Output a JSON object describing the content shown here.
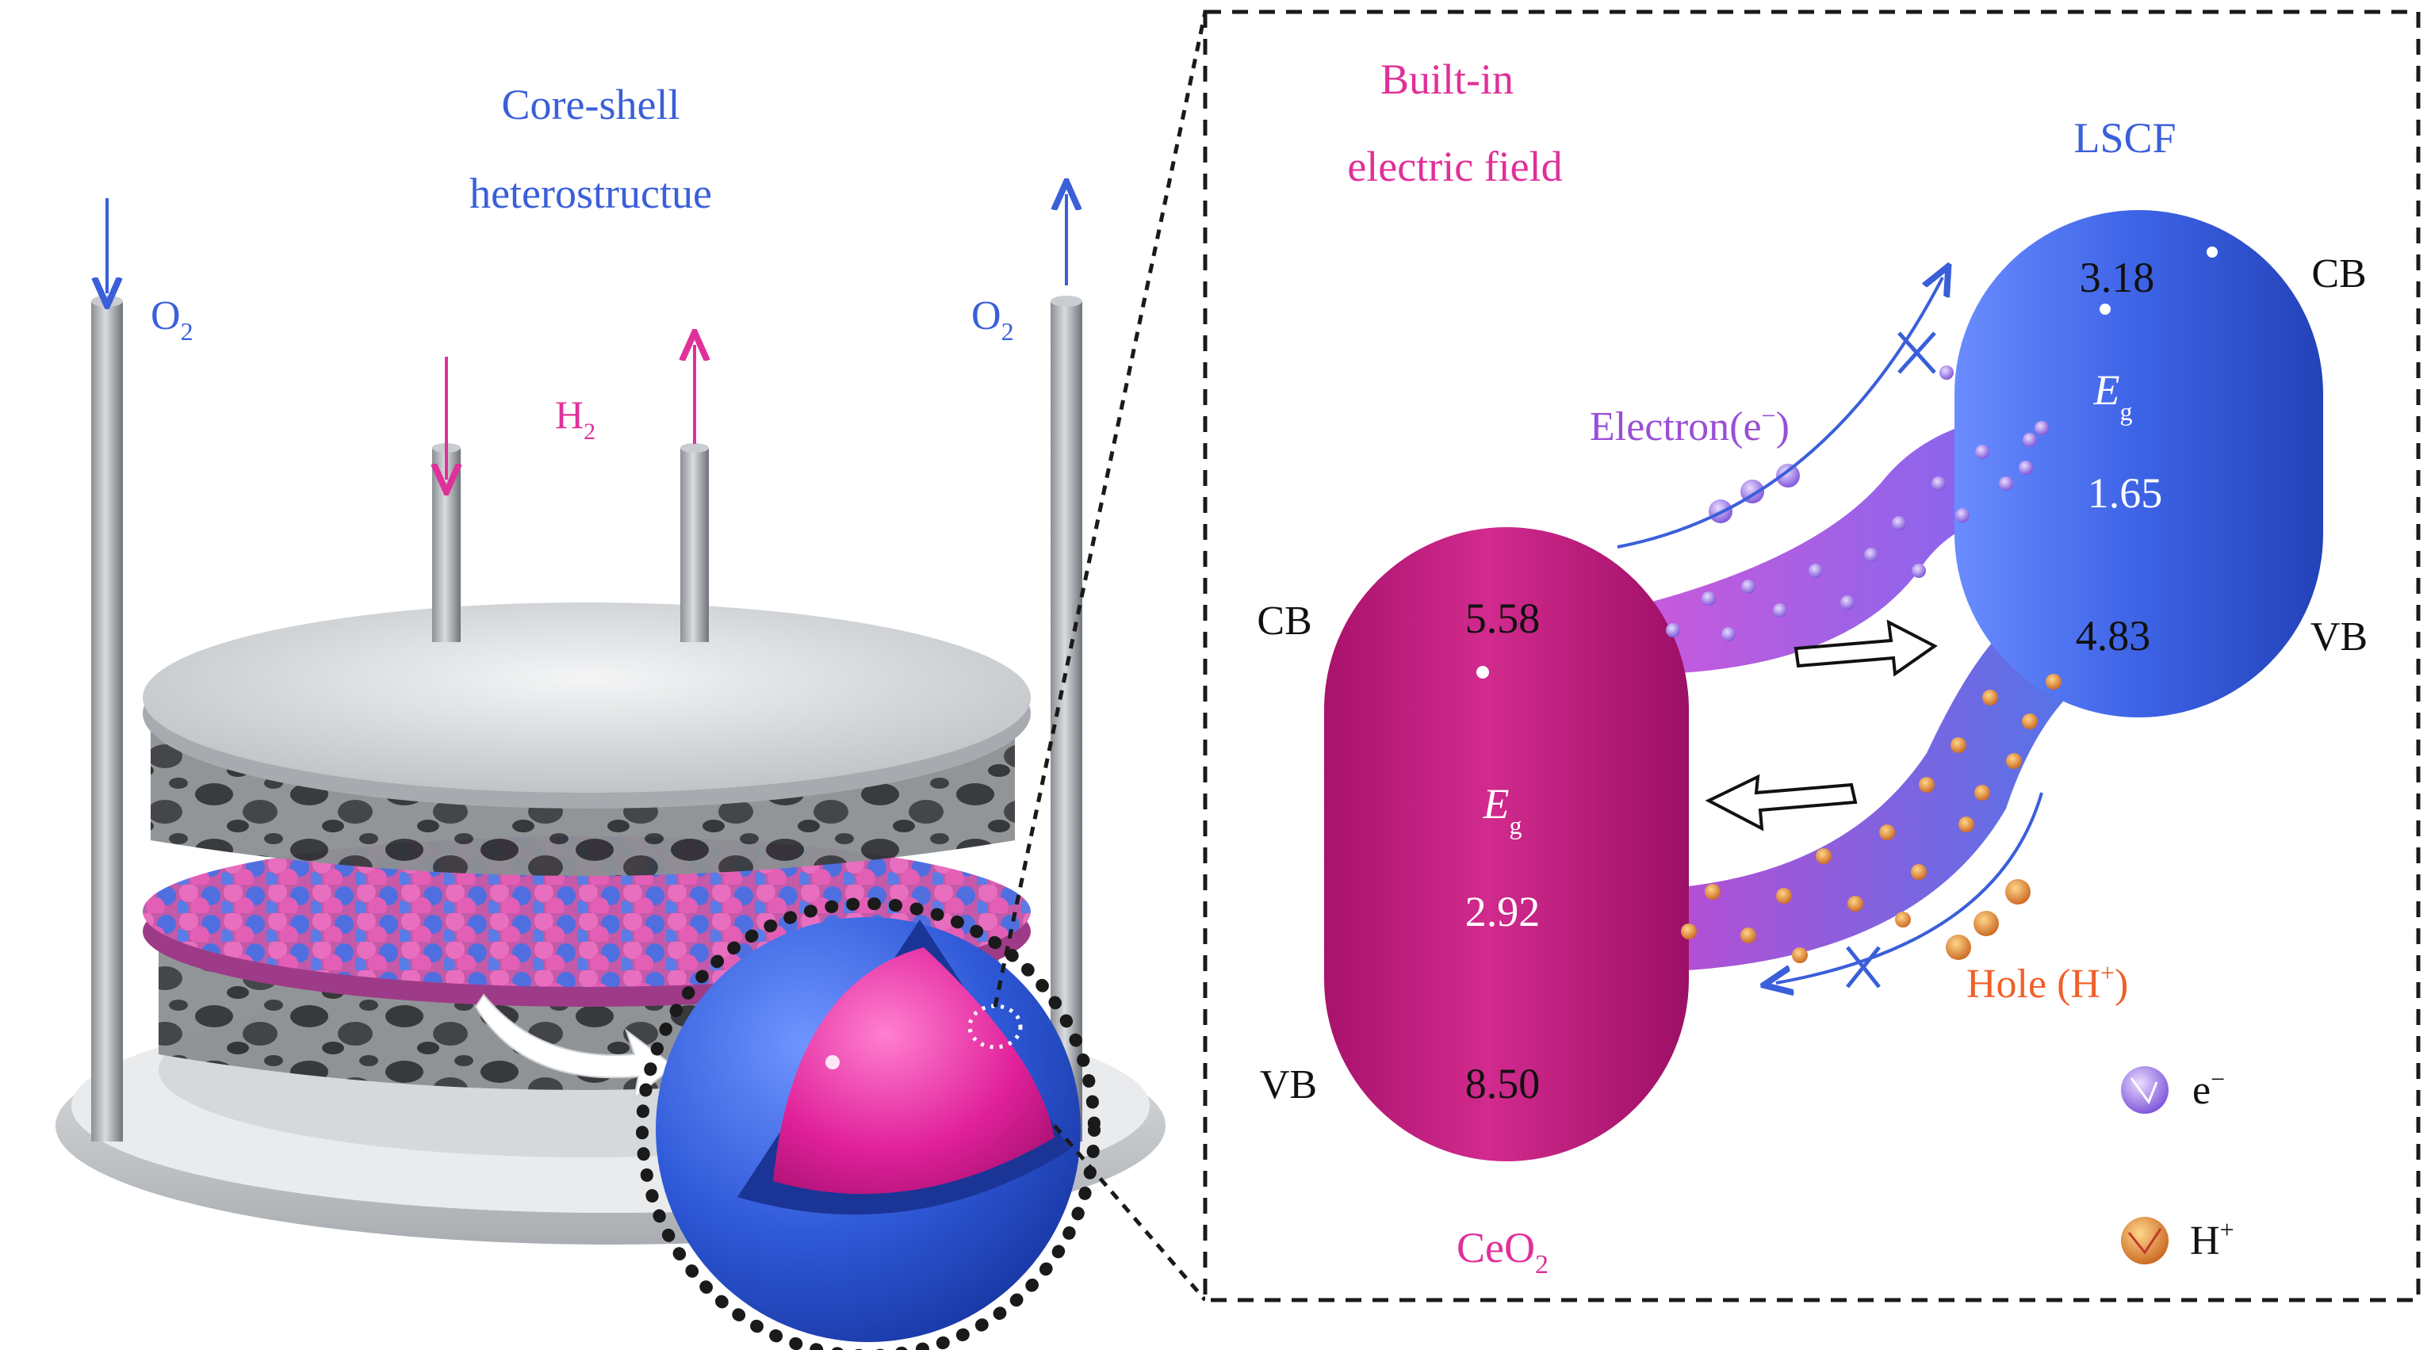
{
  "left_panel": {
    "title_line1": "Core-shell",
    "title_line2": "heterostructue",
    "o2_left": "O",
    "o2_left_sub": "2",
    "o2_right": "O",
    "o2_right_sub": "2",
    "h2": "H",
    "h2_sub": "2"
  },
  "right_panel": {
    "field_line1": "Built-in",
    "field_line2": "electric field",
    "lscf_label": "LSCF",
    "ceo2_label": "CeO",
    "ceo2_sub": "2",
    "lscf": {
      "cb_value": "3.18",
      "eg_symbol": "E",
      "eg_sub": "g",
      "eg_value": "1.65",
      "vb_value": "4.83",
      "cb_label": "CB",
      "vb_label": "VB"
    },
    "ceo2": {
      "cb_value": "5.58",
      "eg_symbol": "E",
      "eg_sub": "g",
      "eg_value": "2.92",
      "vb_value": "8.50",
      "cb_label": "CB",
      "vb_label": "VB"
    },
    "electron_label": "Electron(e",
    "electron_sup": "−",
    "electron_close": ")",
    "hole_label": "Hole (H",
    "hole_sup": "+",
    "hole_close": ")"
  },
  "legend": {
    "electron_symbol": "e",
    "electron_sup": "−",
    "hole_symbol": "H",
    "hole_sup": "+"
  },
  "colors": {
    "blue_text": "#3a5fd9",
    "magenta_text": "#e0309a",
    "orange_text": "#f0602a",
    "violet_text": "#9a4fd6",
    "lscf_body": "#3d63e6",
    "ceo2_body": "#c21b80"
  }
}
